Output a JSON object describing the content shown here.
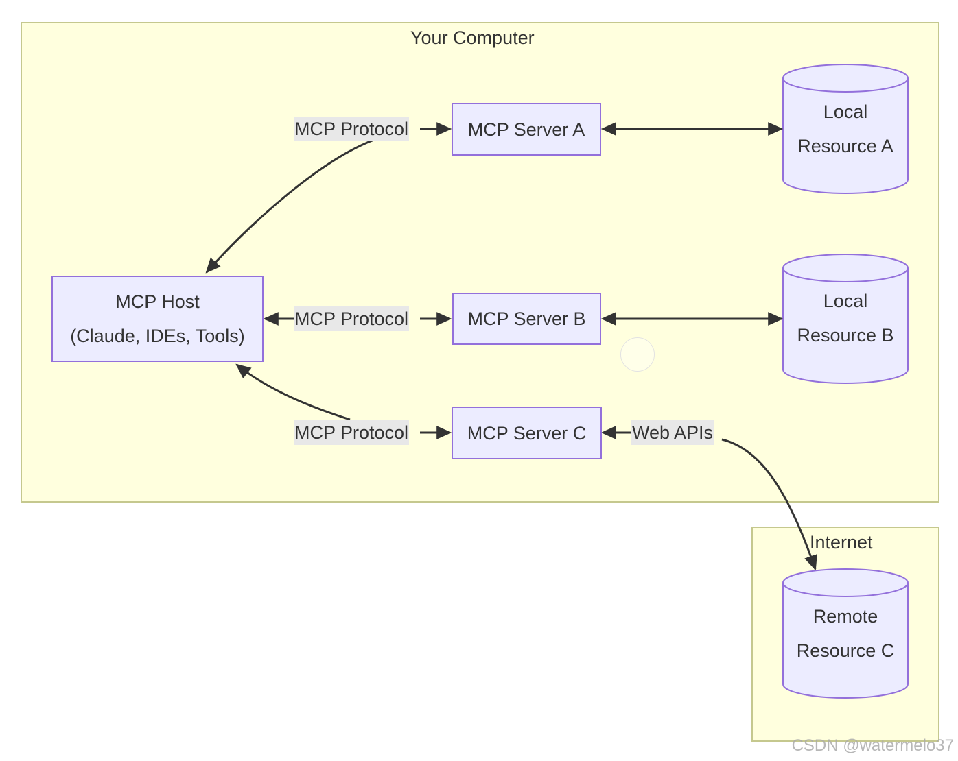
{
  "clusters": {
    "computer": {
      "label": "Your Computer"
    },
    "internet": {
      "label": "Internet"
    }
  },
  "nodes": {
    "host": {
      "line1": "MCP Host",
      "line2": "(Claude, IDEs, Tools)"
    },
    "server_a": {
      "label": "MCP Server A"
    },
    "server_b": {
      "label": "MCP Server B"
    },
    "server_c": {
      "label": "MCP Server C"
    },
    "resource_a": {
      "line1": "Local",
      "line2": "Resource A"
    },
    "resource_b": {
      "line1": "Local",
      "line2": "Resource B"
    },
    "resource_c": {
      "line1": "Remote",
      "line2": "Resource C"
    }
  },
  "edge_labels": {
    "host_server_a": "MCP Protocol",
    "host_server_b": "MCP Protocol",
    "host_server_c": "MCP Protocol",
    "server_c_resource_c": "Web APIs"
  },
  "watermark": "CSDN @watermelo37",
  "colors": {
    "cluster_fill": "#ffffde",
    "cluster_border": "#c5c88e",
    "node_fill": "#ececff",
    "node_border": "#9370db",
    "edge_label_bg": "#e8e8e8",
    "edge_stroke": "#333333"
  }
}
